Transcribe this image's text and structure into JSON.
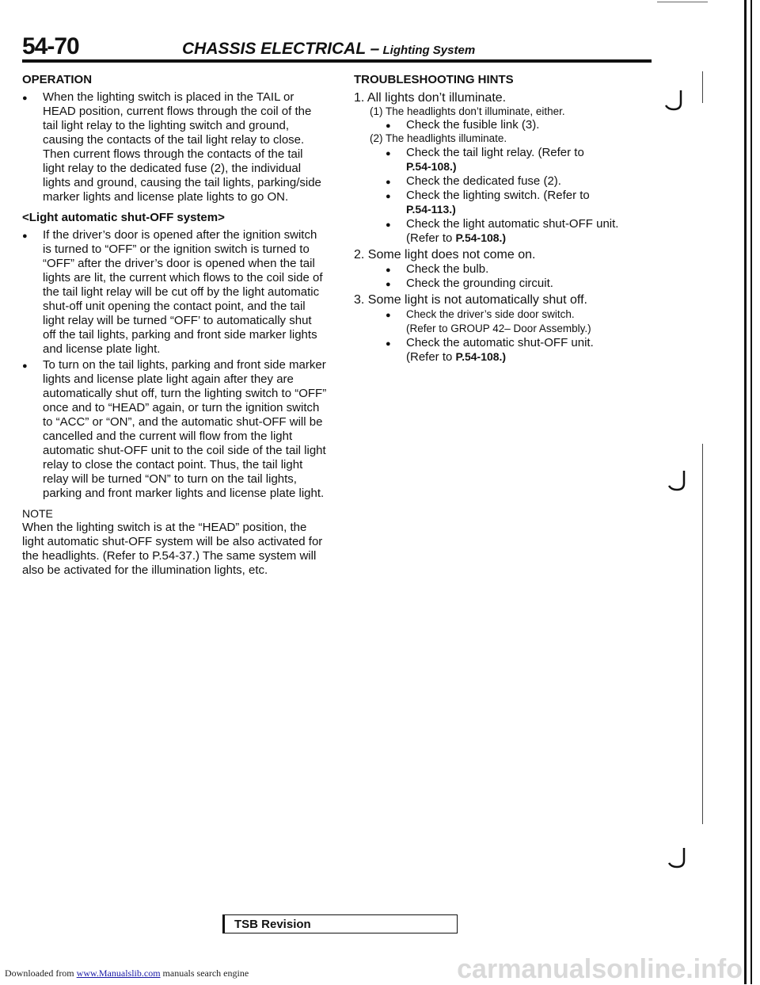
{
  "header": {
    "page_number": "54-70",
    "section": "CHASSIS ELECTRICAL –",
    "subsection": " Lighting System"
  },
  "left": {
    "operation_heading": "OPERATION",
    "op_bullet": "When the lighting switch is placed in the TAIL or HEAD position, current flows through the coil of the tail light relay to the lighting switch and ground, causing the contacts of the tail light relay to close.",
    "op_para": "Then current flows through the contacts of the tail light relay to the dedicated fuse (2), the individual lights and ground, causing the tail lights, parking/side marker lights and license plate lights to go ON.",
    "auto_heading": "<Light automatic shut-OFF system>",
    "auto_bullet1": "If the driver’s door is opened after the ignition switch is turned to “OFF” or the ignition switch is turned to “OFF” after the driver’s door is opened when the tail lights are lit, the current which flows to the coil side of the tail light relay will be cut off by the light automatic shut-off unit opening the contact point, and the tail light relay will be turned “OFF’ to automatically shut off the tail lights, parking and front side marker lights and license plate light.",
    "auto_bullet2": "To turn on the tail lights, parking and front side marker lights and license plate light again after they are automatically shut off, turn the lighting switch to “OFF” once and to “HEAD” again, or turn the ignition switch to “ACC” or “ON”, and the automatic shut-OFF will be cancelled and the current will flow from the light automatic shut-OFF unit to the coil side of the tail light relay to close the contact point. Thus, the tail light relay will be turned “ON” to turn on the tail lights, parking and front marker lights and license plate light.",
    "note_label": "NOTE",
    "note_text": "When the lighting switch is at the “HEAD” position, the light automatic shut-OFF system will be also activated for the headlights. (Refer to P.54-37.) The same system will also be activated for the illumination lights, etc."
  },
  "right": {
    "heading": "TROUBLESHOOTING HINTS",
    "item1": "1. All lights don’t illuminate.",
    "item1_sub1": "(1) The headlights don’t illuminate, either.",
    "item1_sub1_b1": "Check the fusible link (3).",
    "item1_sub2": "(2) The headlights illuminate.",
    "item1_sub2_b1": "Check the tail light relay. (Refer to",
    "item1_sub2_b1_ref": "P.54-108.)",
    "item1_sub2_b2": "Check the dedicated fuse (2).",
    "item1_sub2_b3": "Check the lighting switch. (Refer to",
    "item1_sub2_b3_ref": "P.54-113.)",
    "item1_sub2_b4": "Check the light automatic shut-OFF unit. (Refer to",
    "item1_sub2_b4_ref": "P.54-108.)",
    "item2": "2. Some light does not come on.",
    "item2_b1": "Check the bulb.",
    "item2_b2": "Check the grounding circuit.",
    "item3": "3. Some light is not automatically shut off.",
    "item3_b1": "Check the driver’s side door switch.",
    "item3_b1_ref": "(Refer to GROUP 42– Door Assembly.)",
    "item3_b2": "Check the automatic shut-OFF unit.",
    "item3_b2_ref_pre": "(Refer to",
    "item3_b2_ref": "P.54-108.)"
  },
  "tsb_box": "TSB Revision",
  "footer": {
    "prefix": "Downloaded from",
    "link": "www.Manualslib.com",
    "suffix": " manuals search engine"
  },
  "watermark": "carmanualsonline.info"
}
